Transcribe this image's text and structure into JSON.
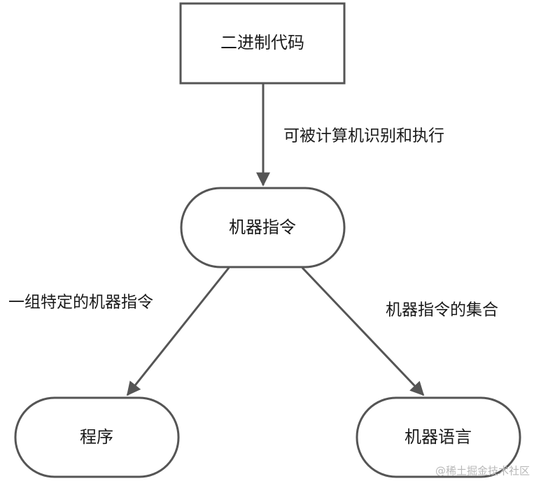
{
  "nodes": {
    "binary_code": "二进制代码",
    "machine_instruction": "机器指令",
    "program": "程序",
    "machine_language": "机器语言"
  },
  "edges": {
    "binary_to_instruction": "可被计算机识别和执行",
    "instruction_to_program": "一组特定的机器指令",
    "instruction_to_language": "机器指令的集合"
  },
  "watermark": "@稀土掘金技术社区",
  "colors": {
    "stroke": "#555555",
    "text": "#1a1a1a",
    "watermark": "#b8b8b8"
  }
}
